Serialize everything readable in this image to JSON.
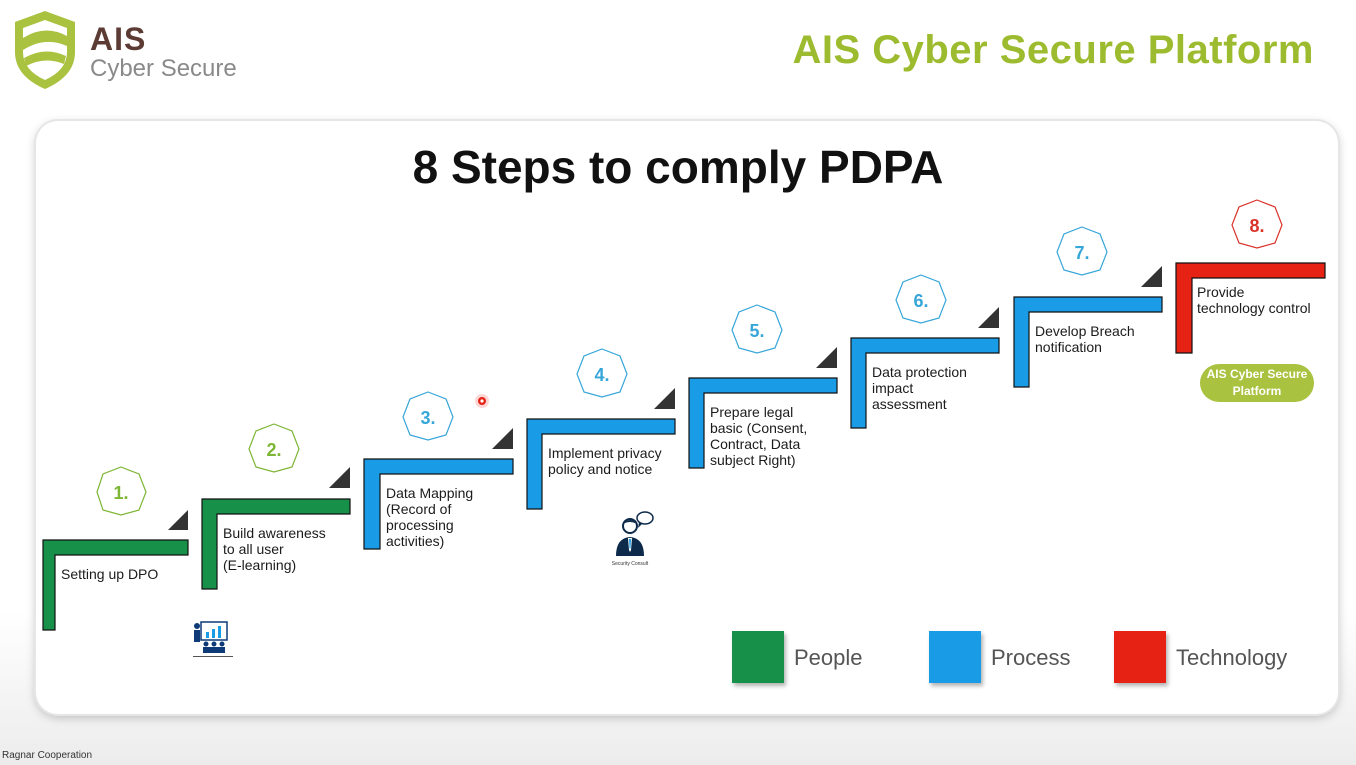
{
  "header": {
    "logo_word": "AIS",
    "logo_sub": "Cyber Secure",
    "brand_title": "AIS Cyber Secure Platform"
  },
  "main_title": "8 Steps to comply PDPA",
  "steps": [
    {
      "number": "1.",
      "category": "People",
      "text": [
        "Setting up DPO"
      ]
    },
    {
      "number": "2.",
      "category": "People",
      "text": [
        "Build awareness",
        "to all user",
        "(E-learning)"
      ]
    },
    {
      "number": "3.",
      "category": "Process",
      "text": [
        "Data Mapping",
        "(Record of",
        "processing",
        "activities)"
      ]
    },
    {
      "number": "4.",
      "category": "Process",
      "text": [
        "Implement privacy",
        "policy and notice"
      ]
    },
    {
      "number": "5.",
      "category": "Process",
      "text": [
        "Prepare legal",
        "basic (Consent,",
        "Contract, Data",
        "subject Right)"
      ]
    },
    {
      "number": "6.",
      "category": "Process",
      "text": [
        "Data protection",
        "impact",
        "assessment"
      ]
    },
    {
      "number": "7.",
      "category": "Process",
      "text": [
        "Develop Breach",
        "notification"
      ]
    },
    {
      "number": "8.",
      "category": "Technology",
      "text": [
        "Provide",
        "technology control"
      ]
    }
  ],
  "platform_badge": [
    "AIS Cyber Secure",
    "Platform"
  ],
  "icons": {
    "training": "training-presentation-icon",
    "consult": "security-consult-icon",
    "consult_caption": "Security Consult"
  },
  "legend": [
    {
      "label": "People",
      "color": "#17914a"
    },
    {
      "label": "Process",
      "color": "#1a9be6"
    },
    {
      "label": "Technology",
      "color": "#e52213"
    }
  ],
  "colors": {
    "people": "#17914a",
    "process": "#1a9be6",
    "technology": "#e52213",
    "brand_green": "#9dbb2f",
    "num_green": "#7db534",
    "num_blue": "#37a6d9",
    "num_red": "#d9332a"
  },
  "footer": "Ragnar Cooperation"
}
